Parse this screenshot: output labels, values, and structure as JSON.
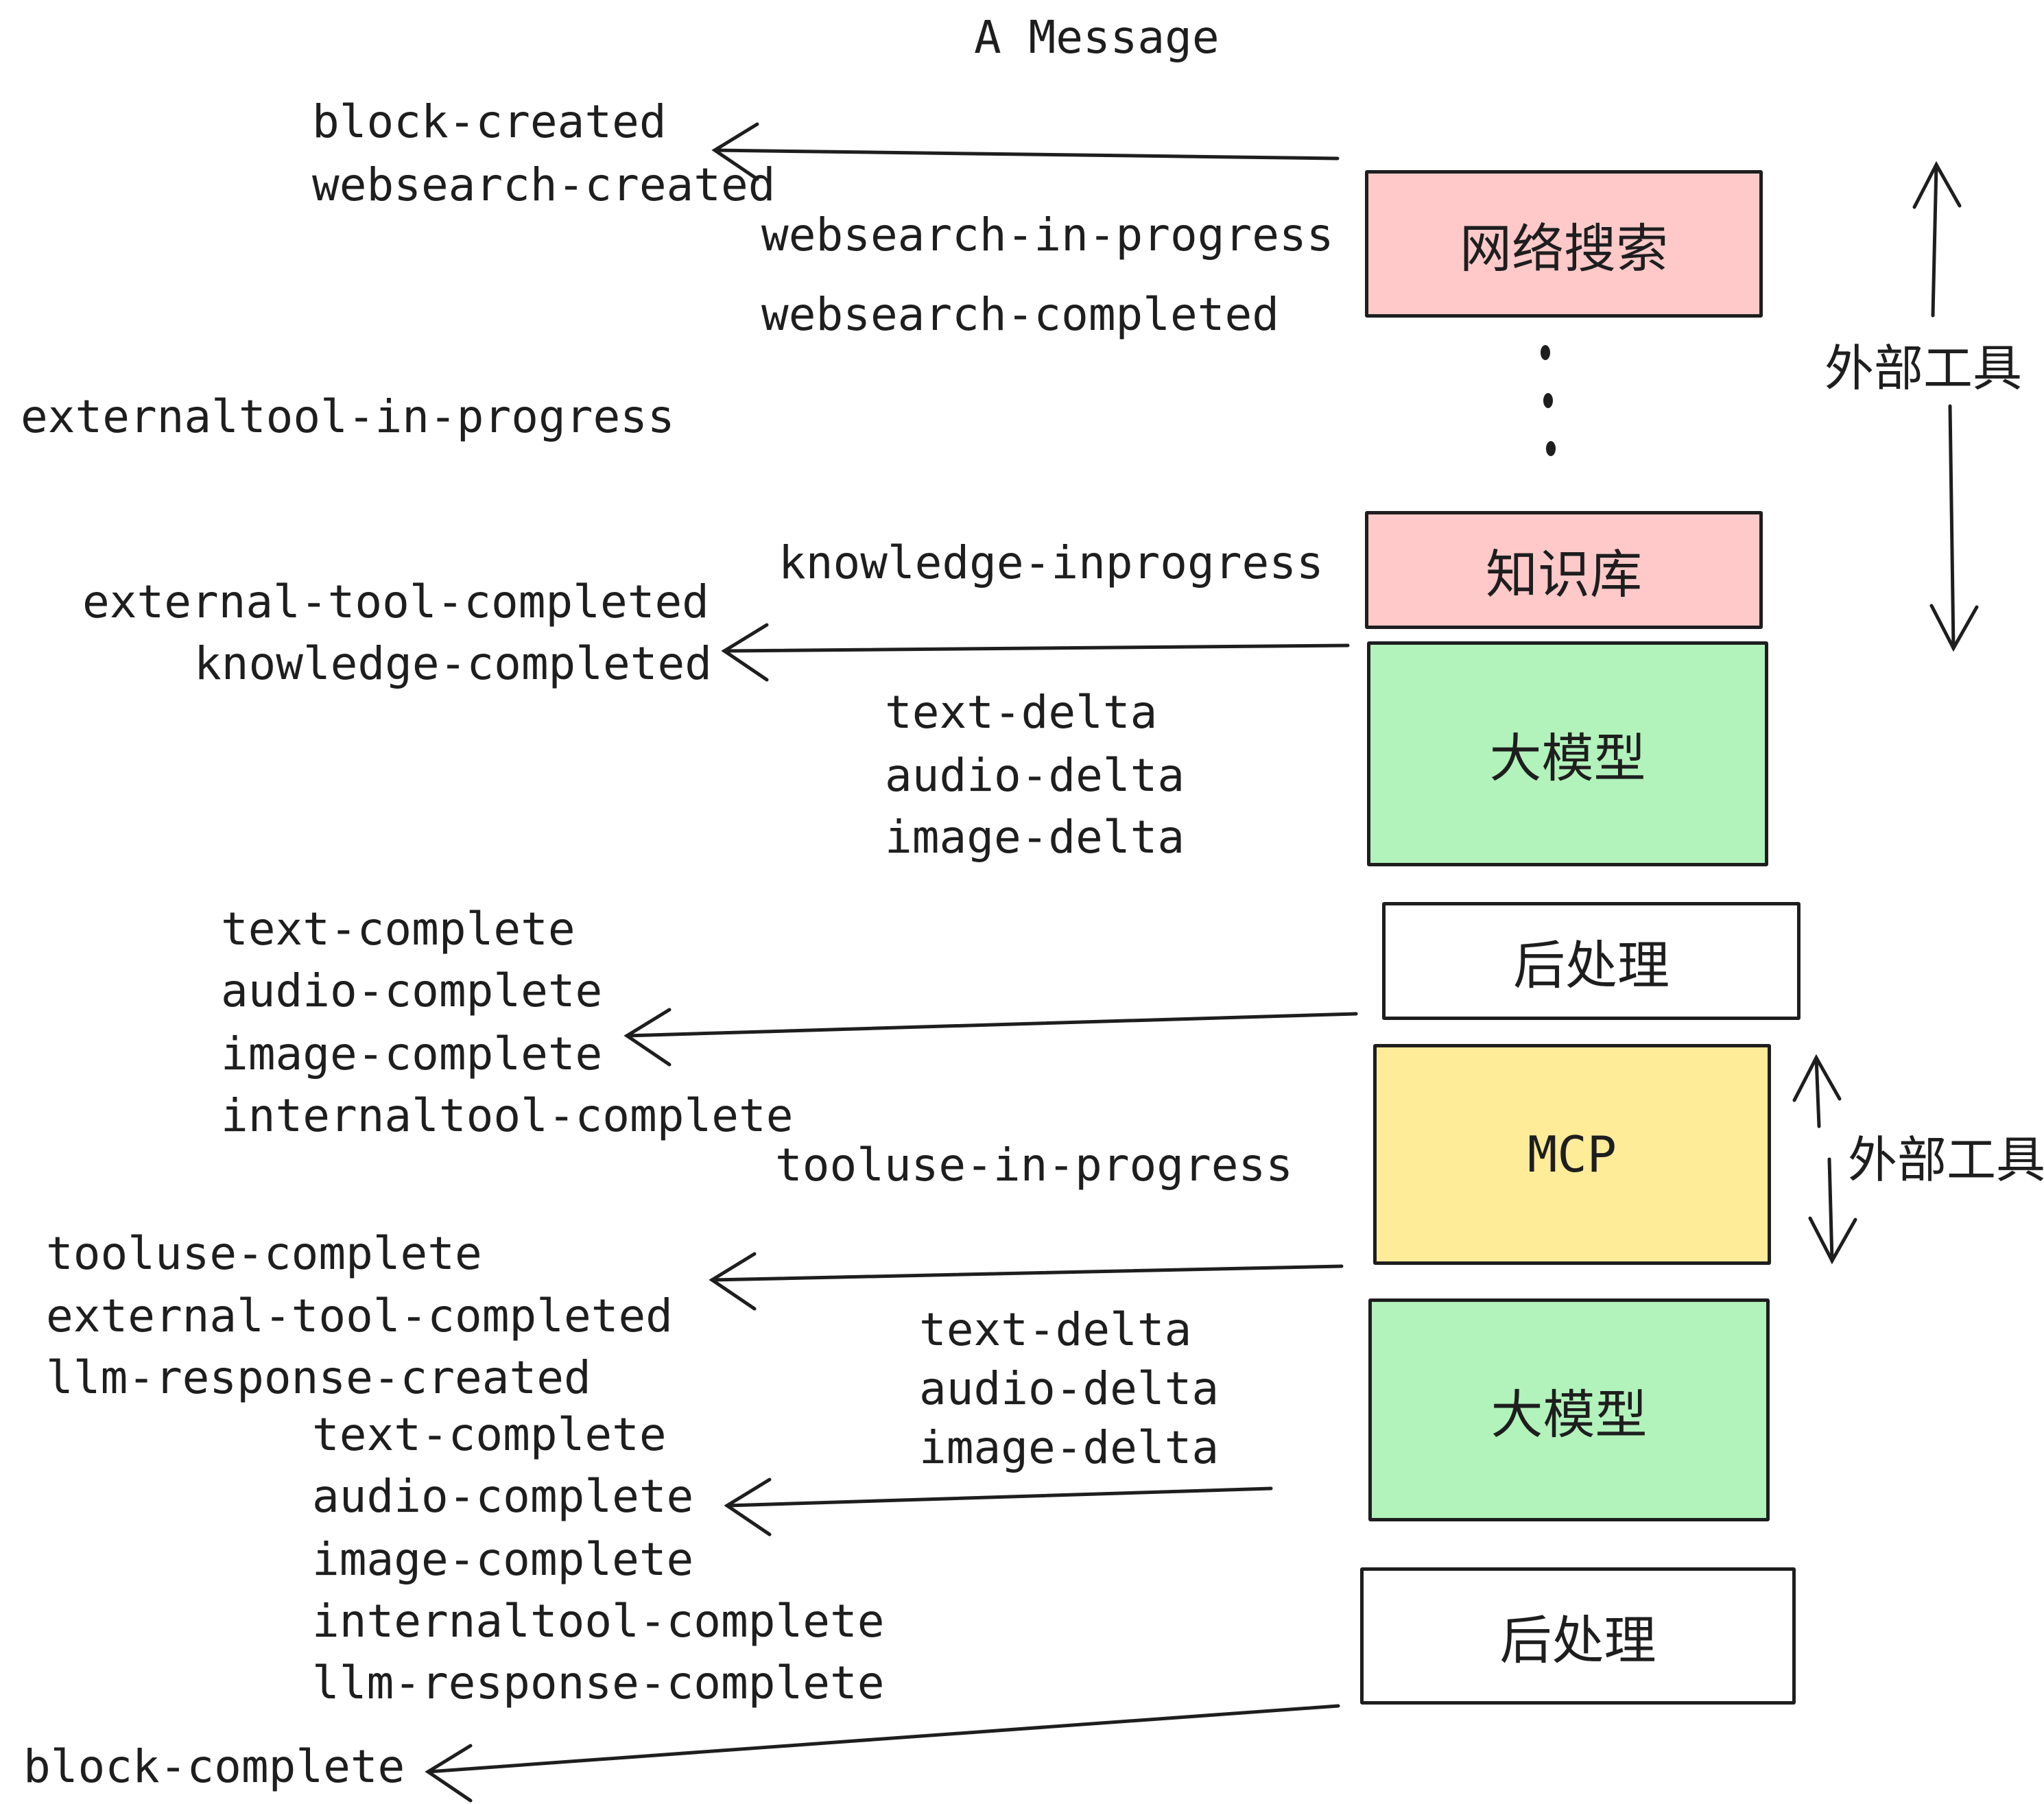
{
  "title": "A Message",
  "events": {
    "block_created": "block-created",
    "websearch_created": "websearch-created",
    "websearch_in_progress": "websearch-in-progress",
    "websearch_completed": "websearch-completed",
    "externaltool_in_progress": "externaltool-in-progress",
    "knowledge_inprogress": "knowledge-inprogress",
    "external_tool_completed_1": "external-tool-completed",
    "knowledge_completed": "knowledge-completed",
    "text_delta_1": "text-delta",
    "audio_delta_1": "audio-delta",
    "image_delta_1": "image-delta",
    "text_complete_1": "text-complete",
    "audio_complete_1": "audio-complete",
    "image_complete_1": "image-complete",
    "internaltool_complete_1": "internaltool-complete",
    "tooluse_in_progress": "tooluse-in-progress",
    "tooluse_complete": "tooluse-complete",
    "external_tool_completed_2": "external-tool-completed",
    "llm_response_created": "llm-response-created",
    "text_delta_2": "text-delta",
    "audio_delta_2": "audio-delta",
    "image_delta_2": "image-delta",
    "text_complete_2": "text-complete",
    "audio_complete_2": "audio-complete",
    "image_complete_2": "image-complete",
    "internaltool_complete_2": "internaltool-complete",
    "llm_response_complete": "llm-response-complete",
    "block_complete": "block-complete"
  },
  "nodes": {
    "websearch": "网络搜索",
    "knowledge": "知识库",
    "llm_1": "大模型",
    "postprocess_1": "后处理",
    "mcp": "MCP",
    "llm_2": "大模型",
    "postprocess_2": "后处理"
  },
  "annotations": {
    "external_tools_top": "外部工具",
    "external_tools_mcp": "外部工具"
  },
  "colors": {
    "websearch_fill": "#ffc9c9",
    "knowledge_fill": "#ffc9c9",
    "llm_fill": "#b2f2bb",
    "postprocess_fill": "#ffffff",
    "mcp_fill": "#ffec99",
    "stroke": "#1e1e1e"
  }
}
